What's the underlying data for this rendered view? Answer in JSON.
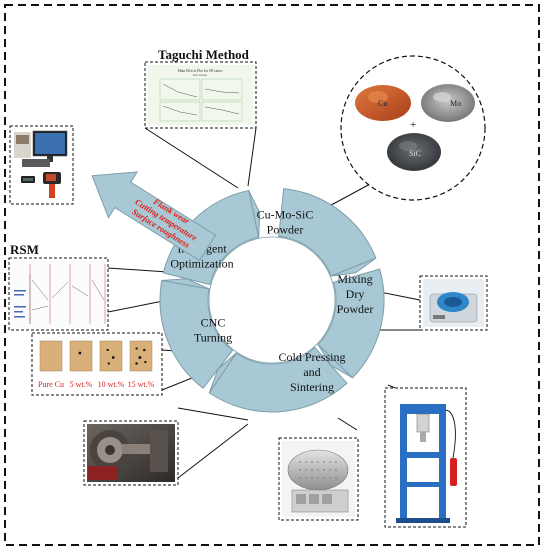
{
  "cycle": {
    "segments": [
      {
        "id": "powder",
        "lines": [
          "Cu-Mo-SiC",
          "Powder"
        ]
      },
      {
        "id": "mixing",
        "lines": [
          "Mixing",
          "Dry",
          "Powder"
        ]
      },
      {
        "id": "pressing",
        "lines": [
          "Cold Pressing",
          "and",
          "Sintering"
        ]
      },
      {
        "id": "cnc",
        "lines": [
          "CNC",
          "Turning"
        ]
      },
      {
        "id": "optimization",
        "lines": [
          "Intelligent",
          "Optimization"
        ]
      }
    ],
    "arrow_lines": [
      "Flank wear",
      "Cutting temperature",
      "Surface roughness"
    ]
  },
  "taguchi": {
    "title": "Taguchi Method",
    "plot_title": "Main Effects Plot for SN ratios",
    "plot_subtitle": "Data Means"
  },
  "rsm": {
    "title": "RSM"
  },
  "powder_labels": {
    "cu": "Cu",
    "mo": "Mo",
    "sic": "SiC",
    "plus": "+"
  },
  "samples": {
    "labels": [
      "Pure Cu",
      "5 wt.%",
      "10 wt.%",
      "15 wt.%"
    ],
    "label_color": "#e0201b"
  },
  "colors": {
    "segment_fill": "#a7c8d4",
    "segment_stroke": "#7d9eaa",
    "arrow_text": "#e0201b",
    "copper_powder": "#d2602a",
    "mo_powder": "#9a9a9a",
    "sic_powder": "#4a4d52",
    "press_frame": "#2a6fc1",
    "mixer_blue": "#2f86c9"
  },
  "icons": [
    "camera-icon",
    "thermal-camera-icon",
    "lathe-photo",
    "furnace-photo",
    "hydraulic-press-photo",
    "ball-mill-photo"
  ]
}
